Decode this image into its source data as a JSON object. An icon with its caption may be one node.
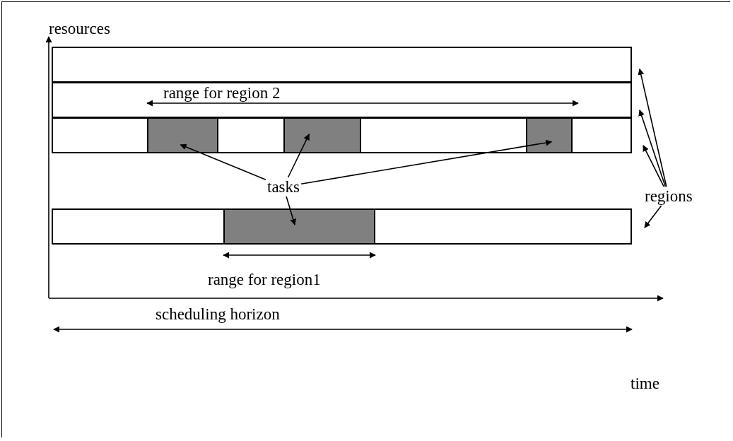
{
  "diagram": {
    "nodes": [
      {
        "text": [],
        "shape": "bar"
      },
      {
        "text": [],
        "shape": "bar"
      },
      {
        "text": [],
        "shape": "bar"
      },
      {
        "text": [],
        "shape": "bar"
      },
      {
        "text": [],
        "shape": "box",
        "in": 2
      },
      {
        "text": [],
        "shape": "box",
        "in": 2
      },
      {
        "text": [],
        "shape": "box",
        "in": 2
      },
      {
        "text": [],
        "shape": "box",
        "in": 3
      },
      {
        "text": [
          "tasks"
        ]
      },
      {
        "text": [
          "regions"
        ]
      }
    ],
    "edges": [
      {
        "from": 8,
        "to": 4,
        "arrow": "to"
      },
      {
        "from": 8,
        "to": 5,
        "arrow": "to"
      },
      {
        "from": 8,
        "to": 6,
        "arrow": "to"
      },
      {
        "from": 8,
        "to": 7,
        "arrow": "to"
      },
      {
        "from": 9,
        "to": 0,
        "arrow": "to"
      },
      {
        "from": 9,
        "to": 1,
        "arrow": "to"
      },
      {
        "from": 9,
        "to": 2,
        "arrow": "to"
      },
      {
        "from": 9,
        "to": 3,
        "arrow": "to"
      }
    ],
    "labels": [
      "resources",
      "range for region 2",
      "range for region1",
      "scheduling horizon",
      "time"
    ]
  }
}
